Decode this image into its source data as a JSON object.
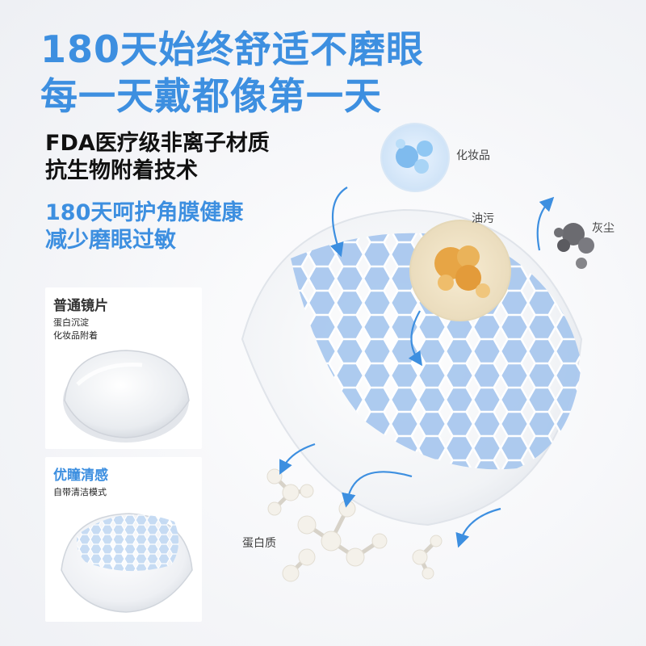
{
  "headline": {
    "line1": "180天始终舒适不磨眼",
    "line2": "每一天戴都像第一天"
  },
  "subtitle_black": {
    "line1": "FDA医疗级非离子材质",
    "line2": "抗生物附着技术"
  },
  "subtitle_blue": {
    "line1": "180天呵护角膜健康",
    "line2": "减少磨眼过敏"
  },
  "card_regular": {
    "title": "普通镜片",
    "desc_line1": "蛋白沉淀",
    "desc_line2": "化妆品附着"
  },
  "card_product": {
    "title": "优瞳清感",
    "desc": "自带清洁模式"
  },
  "labels": {
    "cosmetic": "化妆品",
    "oil": "油污",
    "dust": "灰尘",
    "protein": "蛋白质"
  },
  "colors": {
    "accent_blue": "#3d8fe0",
    "hex_blue": "#9cc2ec",
    "oil_orange": "#e7a545",
    "dust_gray": "#6b6b70"
  }
}
